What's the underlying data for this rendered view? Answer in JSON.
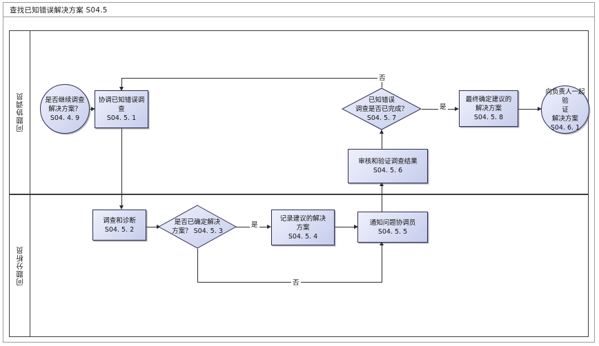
{
  "diagram": {
    "title": "查找已知错误解决方案  S04.5",
    "type": "flowchart",
    "colors": {
      "node_fill_light": "#eef0fb",
      "node_fill_dark": "#c6cdec",
      "node_border": "#2b2b4f",
      "lane_border": "#3a3a3a",
      "frame_border": "#9a9a9a",
      "connector": "#2a2a2a",
      "background": "#ffffff"
    },
    "lanes": [
      {
        "id": "lane-top",
        "label": "问题协调员"
      },
      {
        "id": "lane-bottom",
        "label": "问题分析员"
      }
    ],
    "nodes": [
      {
        "id": "n1",
        "shape": "circle",
        "lane": "lane-top",
        "text": "是否继续调查\n解决方案？\nS04. 4. 9"
      },
      {
        "id": "n2",
        "shape": "box",
        "lane": "lane-top",
        "text": "协调已知错误调\n查\nS04. 5. 1"
      },
      {
        "id": "n7",
        "shape": "diamond",
        "lane": "lane-top",
        "text": "已知错误\n调查是否已完成？\nS04. 5. 7"
      },
      {
        "id": "n8",
        "shape": "box",
        "lane": "lane-top",
        "text": "最终确定建议的\n解决方案\nS04. 5. 8"
      },
      {
        "id": "n9",
        "shape": "circle",
        "lane": "lane-top",
        "text": "向负责人一起验\n证\n解决方案\nS04. 6. 1"
      },
      {
        "id": "n6",
        "shape": "box",
        "lane": "lane-top",
        "text": "审核和验证调查结果\nS04. 5. 6"
      },
      {
        "id": "n3",
        "shape": "box",
        "lane": "lane-bottom",
        "text": "调查和诊断\nS04. 5. 2"
      },
      {
        "id": "n4",
        "shape": "diamond",
        "lane": "lane-bottom",
        "text": "是否已确定解决\n方案？ S04. 5. 3"
      },
      {
        "id": "n5",
        "shape": "box",
        "lane": "lane-bottom",
        "text": "记录建议的解决\n方案\nS04. 5. 4"
      },
      {
        "id": "n10",
        "shape": "box",
        "lane": "lane-bottom",
        "text": "通知问题协调员\nS04. 5. 5"
      }
    ],
    "edge_labels": {
      "no_top": "否",
      "yes_right": "是",
      "yes_mid": "是",
      "no_bottom": "否"
    }
  }
}
